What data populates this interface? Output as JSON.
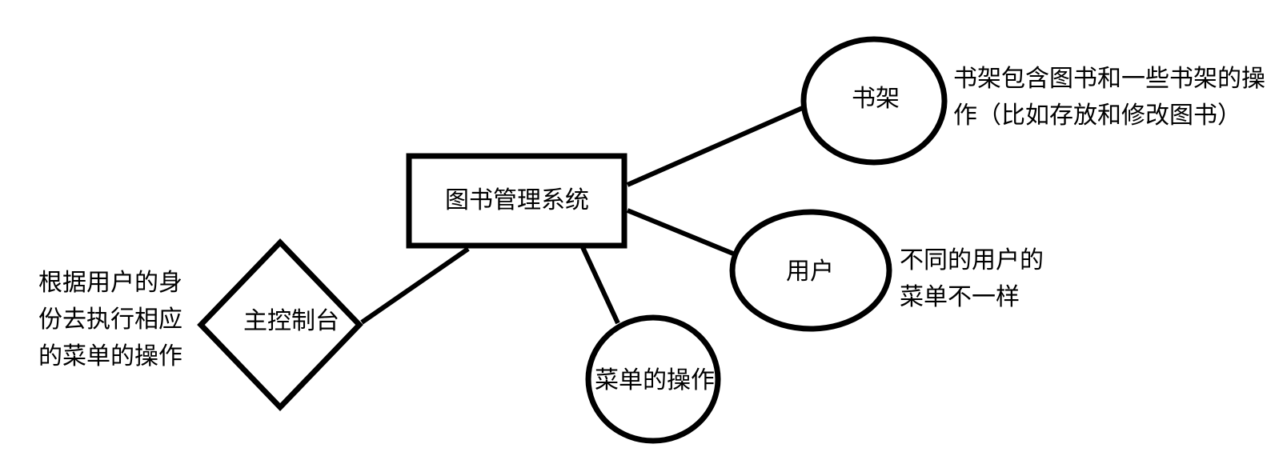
{
  "diagram": {
    "colors": {
      "stroke": "#000000",
      "fill": "#ffffff",
      "text": "#000000"
    },
    "nodes": {
      "system": {
        "label": "图书管理系统",
        "shape": "rectangle"
      },
      "bookshelf": {
        "label": "书架",
        "shape": "ellipse"
      },
      "user": {
        "label": "用户",
        "shape": "ellipse"
      },
      "menu_ops": {
        "label": "菜单的操作",
        "shape": "ellipse"
      },
      "console": {
        "label": "主控制台",
        "shape": "diamond"
      }
    },
    "edges": [
      {
        "from": "system",
        "to": "bookshelf"
      },
      {
        "from": "system",
        "to": "user"
      },
      {
        "from": "system",
        "to": "menu_ops"
      },
      {
        "from": "system",
        "to": "console"
      }
    ],
    "annotations": {
      "bookshelf_note": {
        "lines": [
          "书架包含图书和一些书架的操",
          "作（比如存放和修改图书）"
        ]
      },
      "user_note": {
        "lines": [
          "不同的用户的",
          "菜单不一样"
        ]
      },
      "console_note": {
        "lines": [
          "根据用户的身",
          "份去执行相应",
          "的菜单的操作"
        ]
      }
    }
  }
}
